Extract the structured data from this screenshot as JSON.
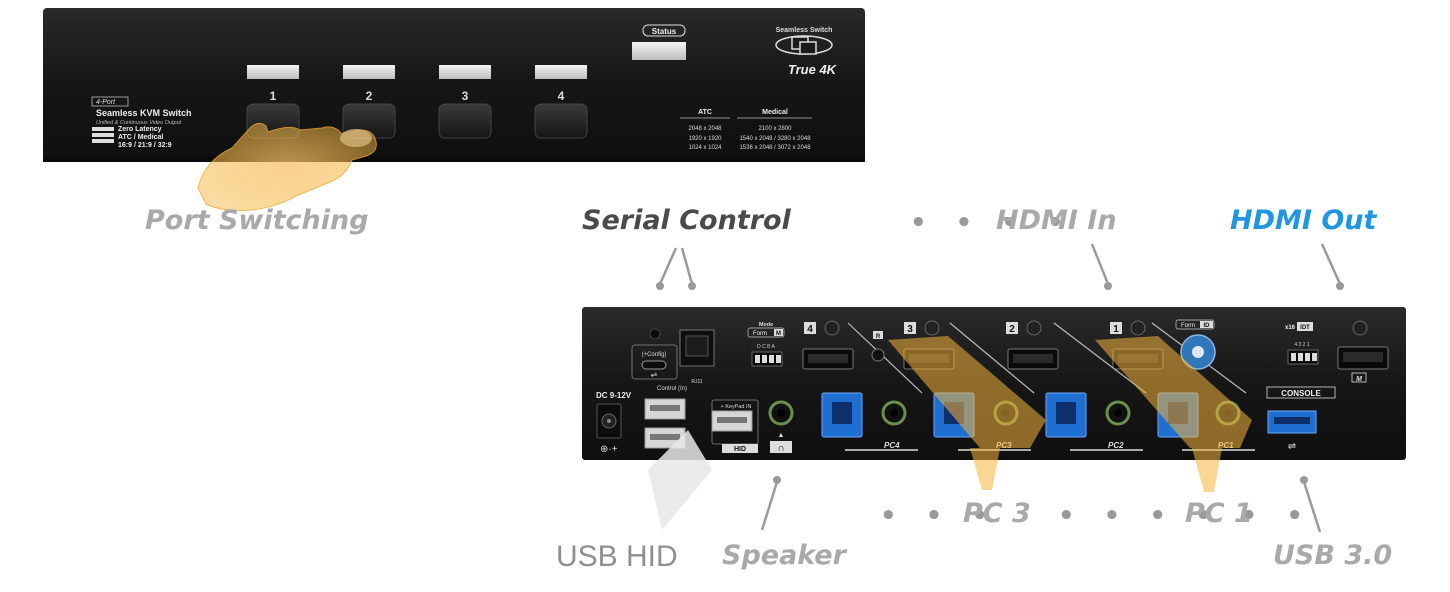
{
  "front_panel": {
    "brand_series": "4-Port",
    "product_name": "Seamless KVM Switch",
    "product_tagline": "Unified & Continuous Video Output",
    "feature_1": "Zero Latency",
    "feature_2": "ATC / Medical",
    "feature_3": "16:9 / 21:9 / 32:9",
    "port_buttons": [
      "1",
      "2",
      "3",
      "4"
    ],
    "status_label": "Status",
    "logo_title": "Seamless Switch",
    "logo_sub": "True 4K",
    "atc_header": "ATC",
    "medical_header": "Medical",
    "atc_resolutions": [
      "2048 x 2048",
      "1920 x 1920",
      "1024 x 1024"
    ],
    "medical_resolutions": [
      "2100 x 2800",
      "1540 x 2048 / 3280 x 2048",
      "1536 x 2048 / 3072 x 2048"
    ]
  },
  "rear_panel": {
    "dc_label": "DC 9-12V",
    "config_label": "(+Config)",
    "control_label": "Control (In)",
    "rj_label": "RJ11",
    "mode_label": "Mode",
    "form_label": "Form",
    "form_m": "M",
    "dip_letters": "D C B A",
    "keypad_label": "+ KeyPad IN",
    "hid_label": "HID",
    "pc_labels": [
      "PC4",
      "PC3",
      "PC2",
      "PC1"
    ],
    "port_numbers": [
      "4",
      "3",
      "2",
      "1"
    ],
    "r_label": "R",
    "form_id_label": "Form",
    "form_id_value": "ID",
    "x16_label": "x16",
    "idt_label": "IDT",
    "dip2_numbers": "4 3 2 1",
    "console_label": "CONSOLE",
    "m_port_label": "M"
  },
  "callouts": {
    "port_switching": "Port Switching",
    "serial_control": "Serial Control",
    "hdmi_in": "HDMI In",
    "hdmi_out": "HDMI Out",
    "pc3": "PC 3",
    "pc1": "PC 1",
    "usb_hid": "USB HID",
    "speaker": "Speaker",
    "usb30": "USB 3.0",
    "dots4": "• • • •",
    "dots3": "• • •",
    "dots6": "• • • • • •"
  },
  "colors": {
    "chassis": "#1b1b1b",
    "highlight_orange": "#f5b53c",
    "callout_gray": "#a9a9a9",
    "callout_blue": "#2196e0",
    "usb3_blue": "#1f6fd0"
  }
}
